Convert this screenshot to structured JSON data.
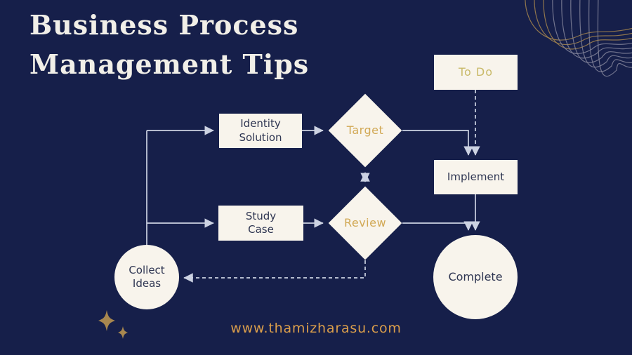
{
  "title": {
    "line1": "Business Process",
    "line2": "Management Tips"
  },
  "footer": {
    "website": "www.thamizharasu.com"
  },
  "nodes": {
    "todo": {
      "label": "To Do",
      "shape": "rect",
      "text_color": "#c9ba69"
    },
    "identity_solution": {
      "label": "Identity Solution",
      "shape": "rect",
      "text_color": "#2f3652"
    },
    "target": {
      "label": "Target",
      "shape": "diamond",
      "text_color": "#d1a854"
    },
    "implement": {
      "label": "Implement",
      "shape": "rect",
      "text_color": "#2f3652"
    },
    "study_case": {
      "label": "Study Case",
      "shape": "rect",
      "text_color": "#2f3652"
    },
    "review": {
      "label": "Review",
      "shape": "diamond",
      "text_color": "#d1a854"
    },
    "collect_ideas": {
      "label": "Collect Ideas",
      "shape": "circle",
      "text_color": "#2f3652"
    },
    "complete": {
      "label": "Complete",
      "shape": "circle",
      "text_color": "#2f3652"
    }
  },
  "edges": [
    {
      "from": "collect_ideas",
      "to": "identity_solution",
      "style": "solid"
    },
    {
      "from": "collect_ideas",
      "to": "study_case",
      "style": "solid"
    },
    {
      "from": "identity_solution",
      "to": "target",
      "style": "solid"
    },
    {
      "from": "study_case",
      "to": "review",
      "style": "solid"
    },
    {
      "from": "target",
      "to": "review",
      "style": "solid-double-arrow"
    },
    {
      "from": "target",
      "to": "implement",
      "style": "solid"
    },
    {
      "from": "todo",
      "to": "implement",
      "style": "dashed"
    },
    {
      "from": "implement",
      "to": "complete",
      "style": "solid"
    },
    {
      "from": "review",
      "to": "complete",
      "style": "solid"
    },
    {
      "from": "review",
      "to": "collect_ideas",
      "style": "dashed"
    }
  ],
  "decorations": {
    "corner_icon": "corner-wave-lines",
    "sparkle_icon": "sparkle-stars"
  },
  "colors": {
    "background": "#161f4a",
    "node_fill": "#f8f4ec",
    "node_text": "#2f3652",
    "accent_gold": "#d1a854",
    "todo_gold": "#c9ba69",
    "website_orange": "#dc9f4b",
    "connector": "#ccd2e2",
    "sparkle_gold": "#a8874f",
    "title_white": "#f1efe8"
  }
}
